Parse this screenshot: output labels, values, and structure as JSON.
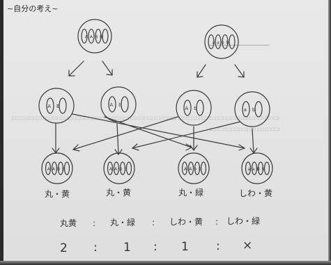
{
  "heading": "~自分の考え~",
  "parents": {
    "left": "AABB",
    "right": "aabb"
  },
  "gametes": [
    "AB",
    "Ab",
    "Ab",
    "ab"
  ],
  "offspring": [
    {
      "genotype": "AABB",
      "phenotype": "丸・黄"
    },
    {
      "genotype": "AABb",
      "phenotype": "丸・黄"
    },
    {
      "genotype": "AAbb",
      "phenotype": "丸・緑"
    },
    {
      "genotype": "aaBb",
      "phenotype": "しわ・黄"
    }
  ],
  "ratio_labels": [
    "丸黄",
    ":",
    "丸・緑",
    ":",
    "しわ・黄",
    ":",
    "しわ・緑"
  ],
  "ratio_values": [
    "2",
    ":",
    "1",
    ":",
    "1",
    ":",
    "×"
  ]
}
